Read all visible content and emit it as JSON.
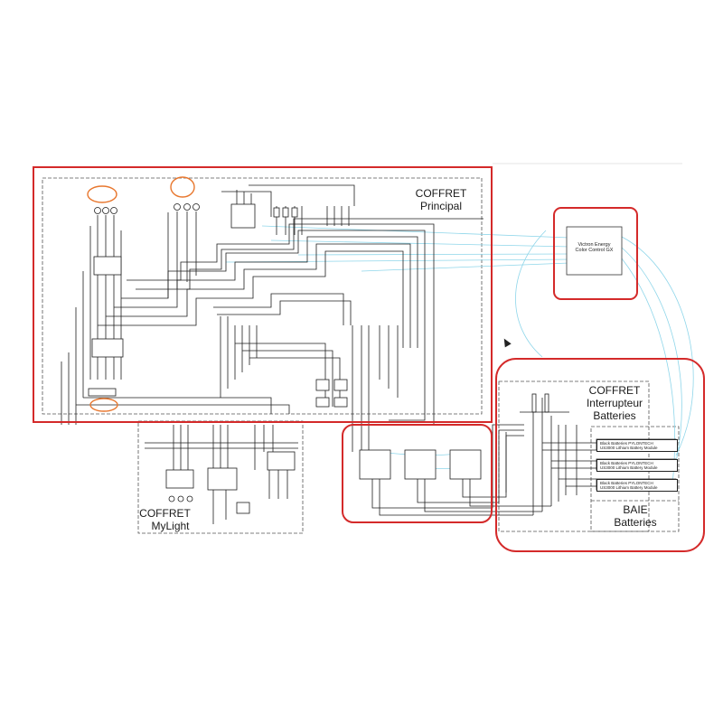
{
  "enclosures": {
    "principal": {
      "line1": "COFFRET",
      "line2": "Principal"
    },
    "mylight": {
      "line1": "COFFRET",
      "line2": "MyLight"
    },
    "interrupteur": {
      "line1": "COFFRET",
      "line2": "Interrupteur",
      "line3": "Batteries"
    },
    "baie": {
      "line1": "BAIE",
      "line2": "Batteries"
    }
  },
  "victron": {
    "line1": "Victron Energy",
    "line2": "Color Control GX"
  },
  "battery_modules": [
    {
      "line1": "Black Batteries PYLONTECH",
      "line2": "US3000 Lithium Battery Module"
    },
    {
      "line1": "Black Batteries PYLONTECH",
      "line2": "US3000 Lithium Battery Module"
    },
    {
      "line1": "Black Batteries PYLONTECH",
      "line2": "US3000 Lithium Battery Module"
    }
  ],
  "colors": {
    "annotation_red": "#d42a2a",
    "annotation_orange": "#e8772e",
    "cable_cyan": "#8fd6ea",
    "wire": "#1e1e1e",
    "dashed_border": "#555555"
  },
  "icons": {
    "cursor": "cursor-arrow-icon",
    "breaker": "breaker-icon",
    "meter": "meter-icon"
  }
}
